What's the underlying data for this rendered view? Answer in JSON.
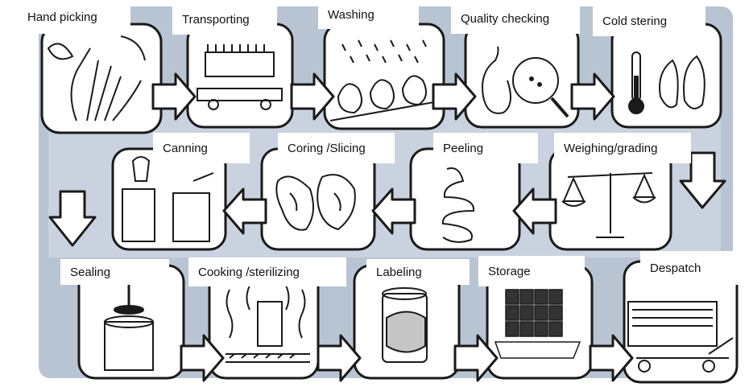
{
  "colors": {
    "band": "#b9c4d3",
    "stroke": "#1a1a1a",
    "panel": "#ffffff",
    "label_bg": "#ffffff"
  },
  "steps": [
    {
      "label": "Hand picking",
      "icon": "hand-icon"
    },
    {
      "label": "Transporting",
      "icon": "truck-icon"
    },
    {
      "label": "Washing",
      "icon": "water-spray-icon"
    },
    {
      "label": "Quality checking",
      "icon": "magnifier-pear-icon"
    },
    {
      "label": "Cold stering",
      "icon": "thermometer-icon"
    },
    {
      "label": "Weighing/grading",
      "icon": "scales-icon"
    },
    {
      "label": "Peeling",
      "icon": "peel-spiral-icon"
    },
    {
      "label": "Coring /Slicing",
      "icon": "pear-halves-icon"
    },
    {
      "label": "Canning",
      "icon": "can-filling-icon"
    },
    {
      "label": "Sealing",
      "icon": "can-seal-icon"
    },
    {
      "label": "Cooking /sterilizing",
      "icon": "steam-cooker-icon"
    },
    {
      "label": "Labeling",
      "icon": "labeled-can-icon"
    },
    {
      "label": "Storage",
      "icon": "stacked-cans-icon"
    },
    {
      "label": "Despatch",
      "icon": "delivery-truck-icon"
    }
  ]
}
